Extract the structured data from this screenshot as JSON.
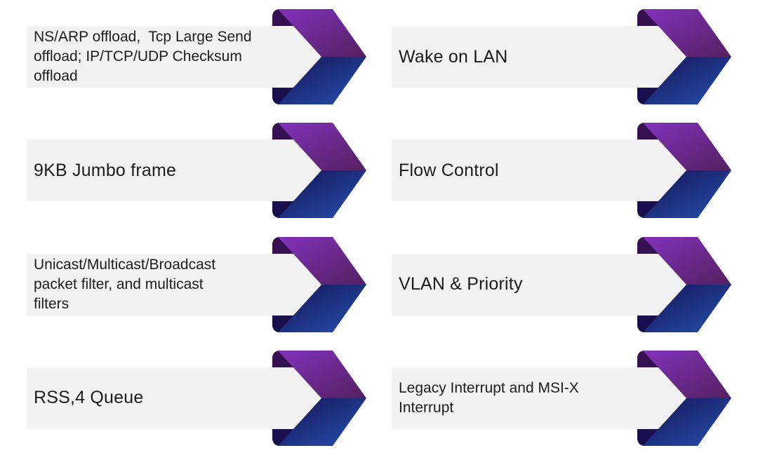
{
  "slide": {
    "background": "#ffffff",
    "description_items_order": "row-major, two columns"
  },
  "colors": {
    "bar_bg": "#f2f2f2",
    "text": "#1c1c1c",
    "arrow_purple_light": "#8232BC",
    "arrow_purple_dark": "#54205F",
    "arrow_blue_dark": "#171257",
    "arrow_blue_light": "#2551AC",
    "arrow_band_top": "#3A1153",
    "arrow_band_bottom": "#150F4D"
  },
  "icons": {
    "arrow_name": "chevron-ribbon-arrow"
  },
  "items": [
    {
      "text": "NS/ARP offload,  Tcp Large Send offload; IP/TCP/UDP Checksum offload",
      "lines": [
        "NS/ARP offload,  Tcp Large Send",
        "offload; IP/TCP/UDP Checksum",
        "offload"
      ]
    },
    {
      "text": "Wake on LAN",
      "lines": [
        "Wake on LAN"
      ]
    },
    {
      "text": "9KB Jumbo frame",
      "lines": [
        "9KB Jumbo frame"
      ]
    },
    {
      "text": "Flow Control",
      "lines": [
        "Flow Control"
      ]
    },
    {
      "text": "Unicast/Multicast/Broadcast packet filter, and multicast filters",
      "lines": [
        "Unicast/Multicast/Broadcast",
        "packet filter, and multicast",
        "filters"
      ]
    },
    {
      "text": "VLAN & Priority",
      "lines": [
        "VLAN & Priority"
      ]
    },
    {
      "text": "RSS,4 Queue",
      "lines": [
        "RSS,4 Queue"
      ]
    },
    {
      "text": "Legacy Interrupt and MSI-X Interrupt",
      "lines": [
        "Legacy Interrupt and MSI-X",
        "Interrupt"
      ]
    }
  ]
}
